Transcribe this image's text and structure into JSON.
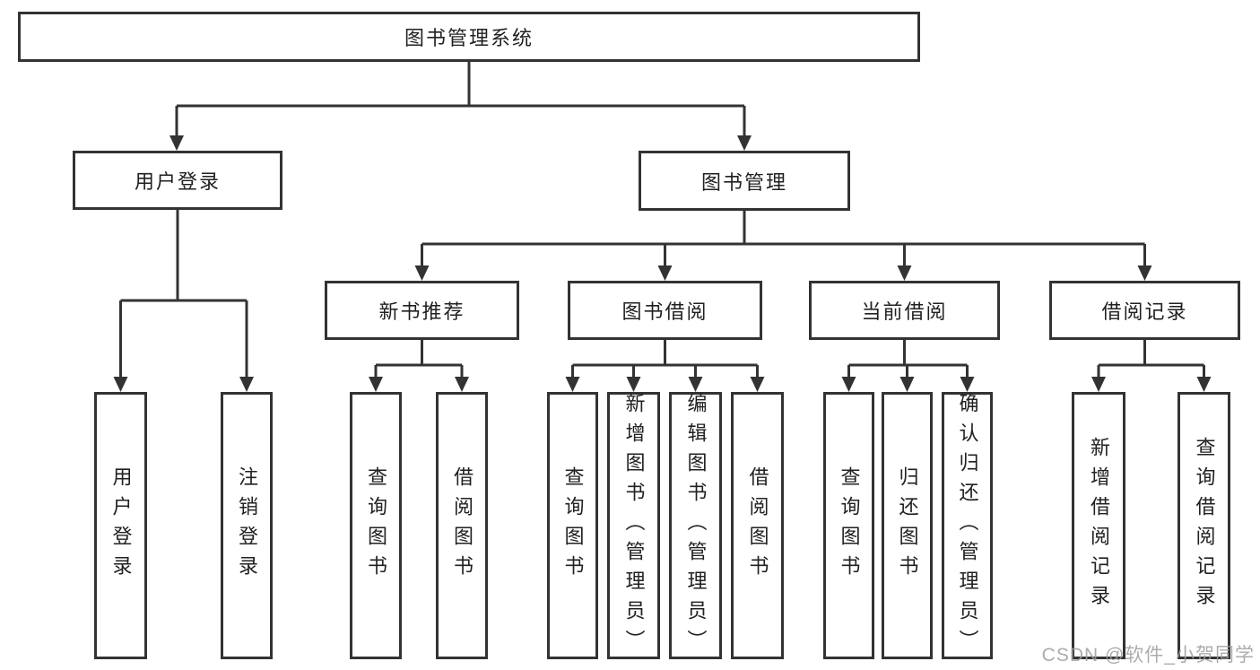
{
  "tree": {
    "root": {
      "label": "图书管理系统"
    },
    "branches": [
      {
        "label": "用户登录",
        "leaves": [
          {
            "label": "用户登录"
          },
          {
            "label": "注销登录"
          }
        ]
      },
      {
        "label": "图书管理",
        "groups": [
          {
            "label": "新书推荐",
            "leaves": [
              {
                "label": "查询图书"
              },
              {
                "label": "借阅图书"
              }
            ]
          },
          {
            "label": "图书借阅",
            "leaves": [
              {
                "label": "查询图书"
              },
              {
                "label": "新增图书（管理员）"
              },
              {
                "label": "编辑图书（管理员）"
              },
              {
                "label": "借阅图书"
              }
            ]
          },
          {
            "label": "当前借阅",
            "leaves": [
              {
                "label": "查询图书"
              },
              {
                "label": "归还图书"
              },
              {
                "label": "确认归还（管理员）"
              }
            ]
          },
          {
            "label": "借阅记录",
            "leaves": [
              {
                "label": "新增借阅记录"
              },
              {
                "label": "查询借阅记录"
              }
            ]
          }
        ]
      }
    ]
  },
  "watermark": "CSDN @软件_小贺同学",
  "colors": {
    "line": "#333333",
    "box_border": "#333333",
    "text": "#212121",
    "watermark": "#9e9e9e",
    "background": "#ffffff"
  }
}
